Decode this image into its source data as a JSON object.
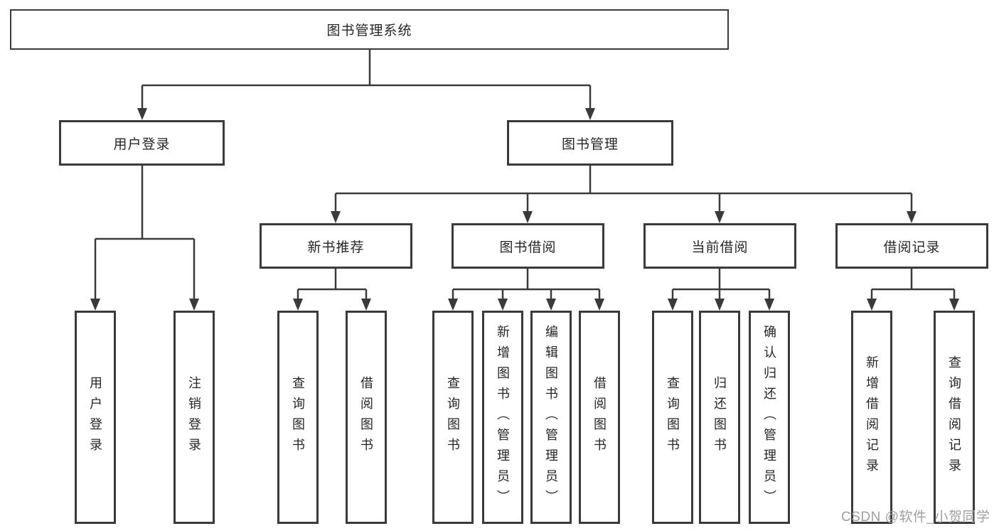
{
  "colors": {
    "line": "#3a3a3a",
    "box_border": "#3a3a3a",
    "text": "#262626",
    "watermark_text": "#9f9f9f",
    "background": "#ffffff"
  },
  "watermark": {
    "text": "CSDN @软件_小贺同学"
  },
  "tree": {
    "root": {
      "label": "图书管理系统",
      "children": [
        {
          "label": "用户登录",
          "children": [
            {
              "label": "用户登录"
            },
            {
              "label": "注销登录"
            }
          ]
        },
        {
          "label": "图书管理",
          "children": [
            {
              "label": "新书推荐",
              "children": [
                {
                  "label": "查询图书"
                },
                {
                  "label": "借阅图书"
                }
              ]
            },
            {
              "label": "图书借阅",
              "children": [
                {
                  "label": "查询图书"
                },
                {
                  "label": "新增图书（管理员）"
                },
                {
                  "label": "编辑图书（管理员）"
                },
                {
                  "label": "借阅图书"
                }
              ]
            },
            {
              "label": "当前借阅",
              "children": [
                {
                  "label": "查询图书"
                },
                {
                  "label": "归还图书"
                },
                {
                  "label": "确认归还（管理员）"
                }
              ]
            },
            {
              "label": "借阅记录",
              "children": [
                {
                  "label": "新增借阅记录"
                },
                {
                  "label": "查询借阅记录"
                }
              ]
            }
          ]
        }
      ]
    }
  }
}
